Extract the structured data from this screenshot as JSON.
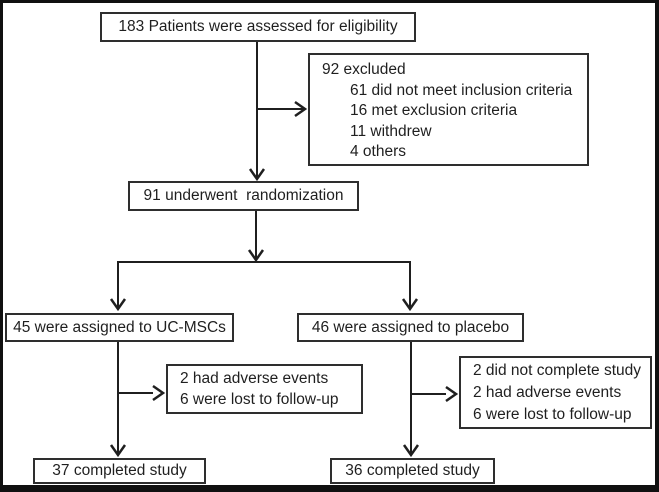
{
  "flowchart": {
    "eligibility": {
      "text": "183 Patients were assessed for eligibility"
    },
    "excluded": {
      "title": "92 excluded",
      "reasons": [
        "61 did not meet inclusion criteria",
        "16 met exclusion criteria",
        "11 withdrew",
        "4 others"
      ]
    },
    "randomization": {
      "text": "91 underwent  randomization"
    },
    "arm_ucmsc": {
      "text": "45 were assigned to UC-MSCs"
    },
    "arm_placebo": {
      "text": "46 were assigned to placebo"
    },
    "ucmsc_dropouts": {
      "lines": [
        "2 had adverse events",
        "6 were lost to follow-up"
      ]
    },
    "placebo_dropouts": {
      "lines": [
        "2 did not complete study",
        "2 had adverse events",
        "6 were lost to follow-up"
      ]
    },
    "ucmsc_completed": {
      "text": "37 completed study"
    },
    "placebo_completed": {
      "text": "36 completed study"
    }
  },
  "colors": {
    "background": "#ffffff",
    "frame": "#101010",
    "box_border": "#2e2e2e",
    "line": "#1f1f1f",
    "text": "#1f1f1f"
  }
}
